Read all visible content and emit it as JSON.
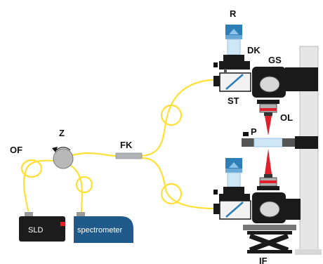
{
  "labels": {
    "R": "R",
    "DK": "DK",
    "GS": "GS",
    "ST": "ST",
    "OL": "OL",
    "P": "P",
    "Z": "Z",
    "FK": "FK",
    "OF": "OF",
    "IF": "IF"
  },
  "devices": {
    "sld": "SLD",
    "spectrometer": "spectrometer"
  },
  "colors": {
    "fiber": "#ffe033",
    "laser": "#e0202a",
    "sld_body": "#1c1c1c",
    "spectrometer_body": "#205a8a",
    "mount": "#1a1a1a",
    "rail": "#e6e6e6",
    "stage": "#777777",
    "sample": "#cfe6f7",
    "reference_arm": "#2d7fb8"
  }
}
